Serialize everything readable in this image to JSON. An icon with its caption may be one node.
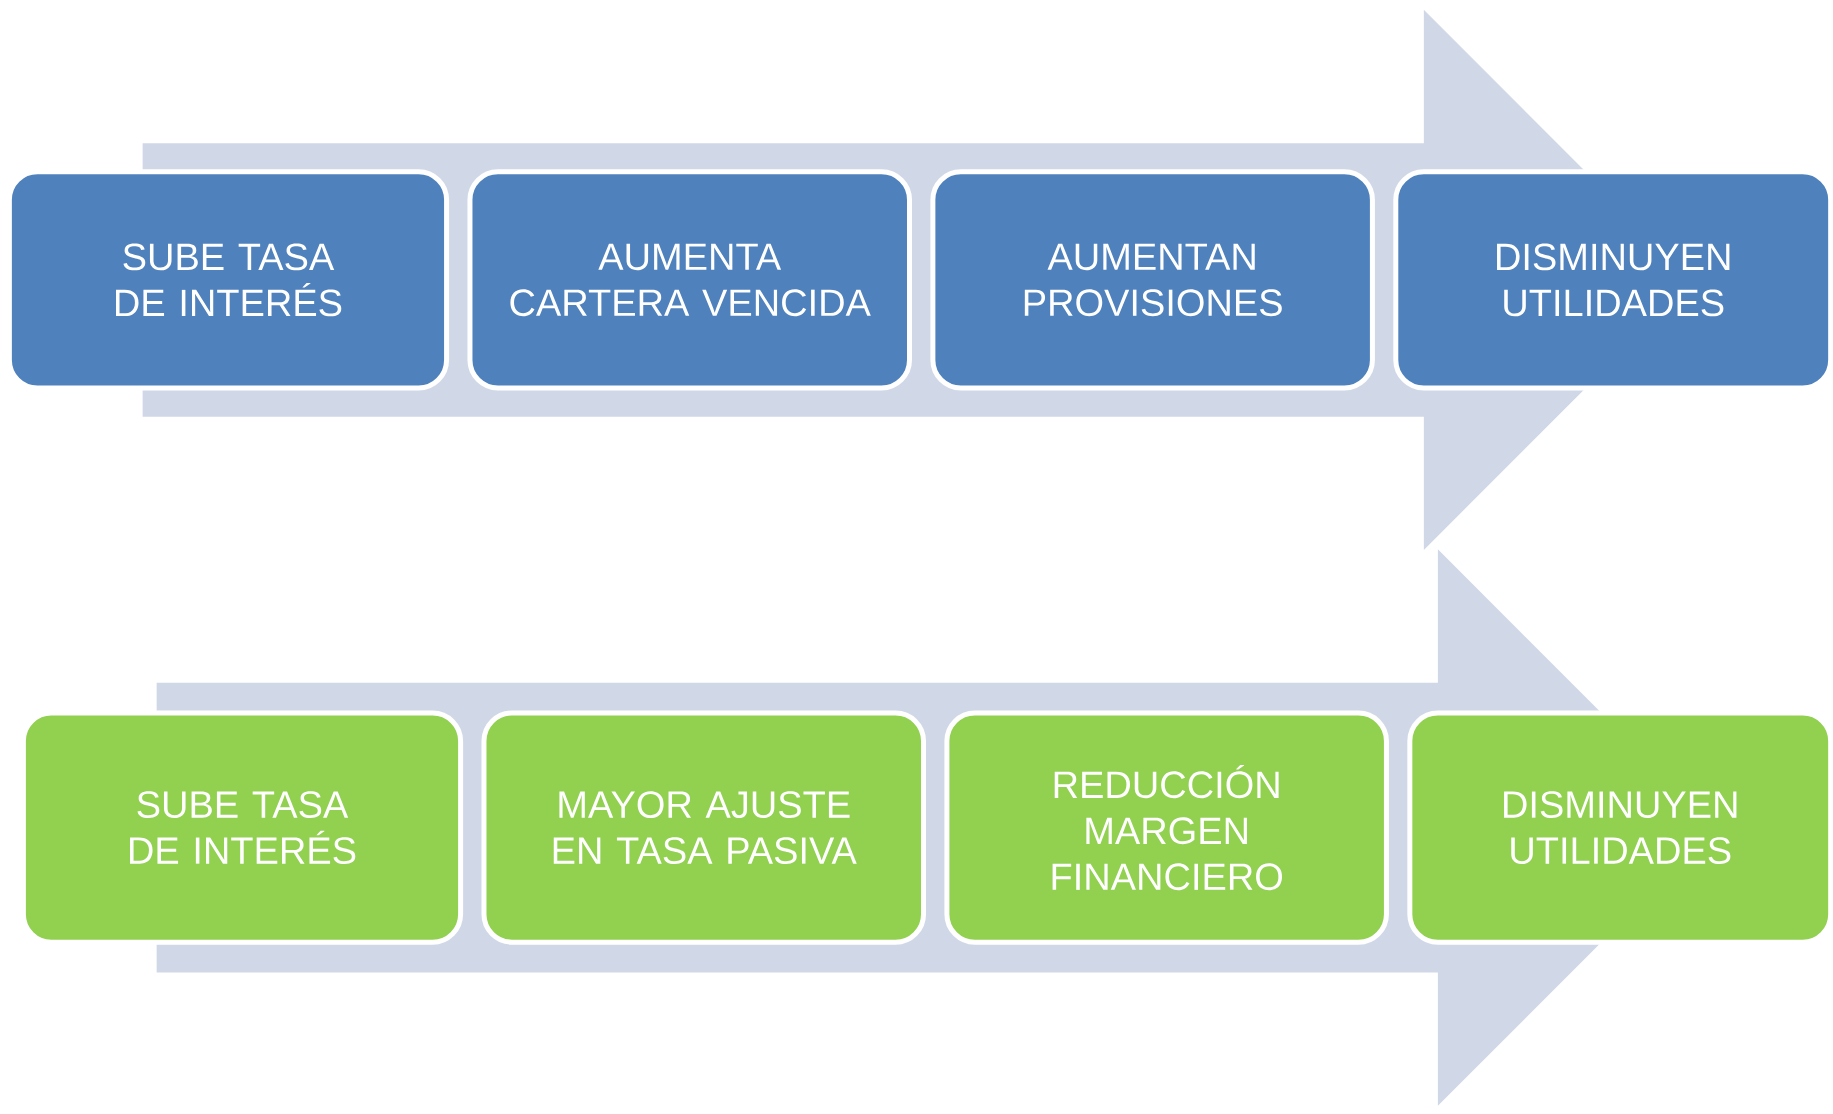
{
  "diagram": {
    "nodes": [
      {
        "text": [
          "SUBE TASA DE INTERÉS"
        ]
      },
      {
        "text": [
          "AUMENTA CARTERA VENCIDA"
        ]
      },
      {
        "text": [
          "AUMENTAN PROVISIONES"
        ]
      },
      {
        "text": [
          "DISMINUYEN UTILIDADES"
        ]
      },
      {
        "text": [
          "SUBE TASA DE INTERÉS"
        ]
      },
      {
        "text": [
          "MAYOR AJUSTE EN TASA PASIVA"
        ]
      },
      {
        "text": [
          "REDUCCIÓN MARGEN FINANCIERO"
        ]
      },
      {
        "text": [
          "DISMINUYEN UTILIDADES"
        ]
      }
    ],
    "edges": [
      {
        "from": 0,
        "to": 3,
        "arrow": "to"
      },
      {
        "from": 4,
        "to": 7,
        "arrow": "to"
      }
    ]
  }
}
